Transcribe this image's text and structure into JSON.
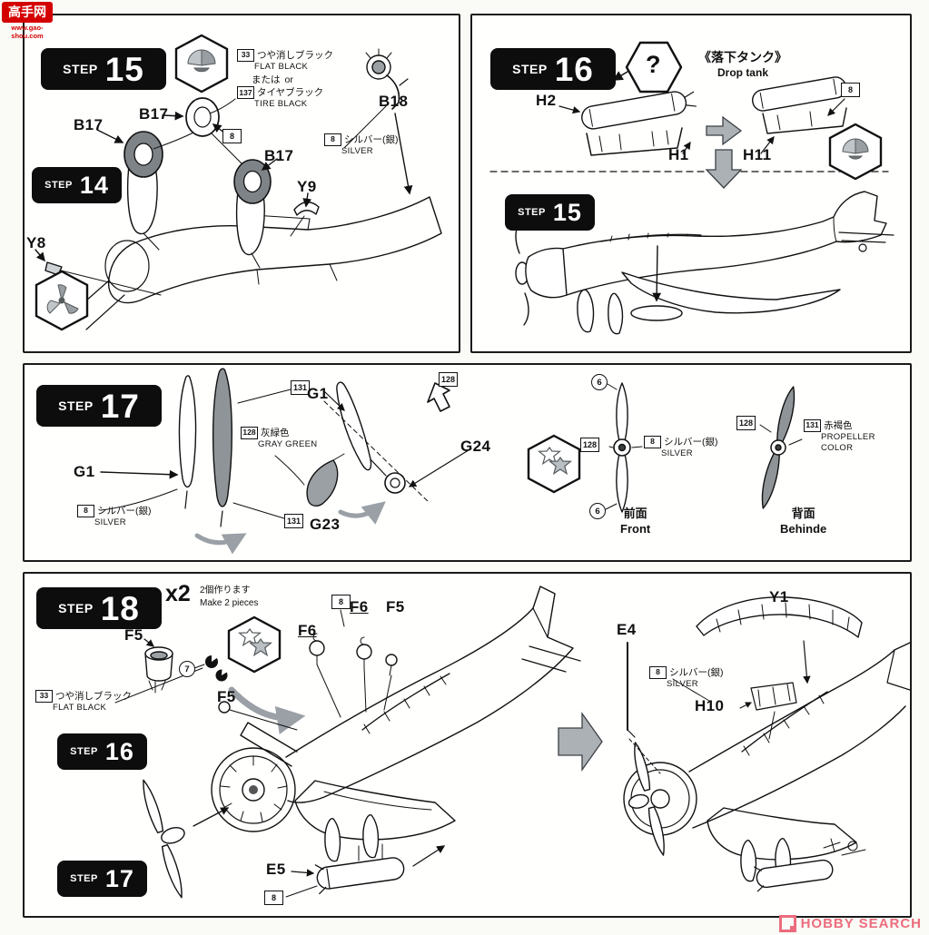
{
  "watermark": {
    "logo": "高手网",
    "url": "www.gao-shou.com"
  },
  "brand": {
    "name": "HOBBY SEARCH"
  },
  "steps": {
    "tl_main": {
      "word": "STEP",
      "num": "15"
    },
    "tl_sub": {
      "word": "STEP",
      "num": "14"
    },
    "tr_main": {
      "word": "STEP",
      "num": "16"
    },
    "tr_sub": {
      "word": "STEP",
      "num": "15"
    },
    "mid_main": {
      "word": "STEP",
      "num": "17"
    },
    "bot_main": {
      "word": "STEP",
      "num": "18"
    },
    "bot_sub1": {
      "word": "STEP",
      "num": "16"
    },
    "bot_sub2": {
      "word": "STEP",
      "num": "17"
    }
  },
  "tl": {
    "paint_33": {
      "code": "33",
      "jp": "つや消しブラック",
      "en": "FLAT BLACK"
    },
    "or_jp": "または",
    "or_en": "or",
    "paint_137": {
      "code": "137",
      "jp": "タイヤブラック",
      "en": "TIRE BLACK"
    },
    "paint_8": {
      "code": "8",
      "jp": "シルバー(銀)",
      "en": "SILVER"
    },
    "b17_top": "B17",
    "b17_left": "B17",
    "b17_mid": "B17",
    "b18": "B18",
    "y9": "Y9",
    "y8": "Y8",
    "code_8": "8"
  },
  "tr": {
    "title_jp": "《落下タンク》",
    "title_en": "Drop tank",
    "h2": "H2",
    "h1": "H1",
    "h11": "H11",
    "code_8": "8",
    "question": "?"
  },
  "mid": {
    "g1_top": "G1",
    "g1_left": "G1",
    "g23": "G23",
    "g24": "G24",
    "code_131_top": "131",
    "code_131_bottom": "131",
    "code_128_top": "128",
    "paint_128": {
      "code": "128",
      "jp": "灰緑色",
      "en": "GRAY GREEN"
    },
    "paint_8_left": {
      "code": "8",
      "jp": "シルバー(銀)",
      "en": "SILVER"
    },
    "count_top": "6",
    "count_bottom": "6",
    "front_code_128": "128",
    "paint_8_front": {
      "code": "8",
      "jp": "シルバー(銀)",
      "en": "SILVER"
    },
    "front_jp": "前面",
    "front_en": "Front",
    "back_code_128": "128",
    "paint_131": {
      "code": "131",
      "jp": "赤褐色",
      "en": "PROPELLER COLOR"
    },
    "back_jp": "背面",
    "back_en": "Behinde"
  },
  "bot": {
    "x2": "x2",
    "qty_jp": "2個作ります",
    "qty_en": "Make 2 pieces",
    "f5_a": "F5",
    "f5_b": "F5",
    "f5_c": "F5",
    "f6_a": "F6",
    "f6_b": "F6",
    "code_7": "7",
    "code_8_top": "8",
    "paint_33": {
      "code": "33",
      "jp": "つや消しブラック",
      "en": "FLAT BLACK"
    },
    "e5": "E5",
    "code_8_e5": "8",
    "e4": "E4",
    "y1": "Y1",
    "h10": "H10",
    "paint_8": {
      "code": "8",
      "jp": "シルバー(銀)",
      "en": "SILVER"
    }
  }
}
